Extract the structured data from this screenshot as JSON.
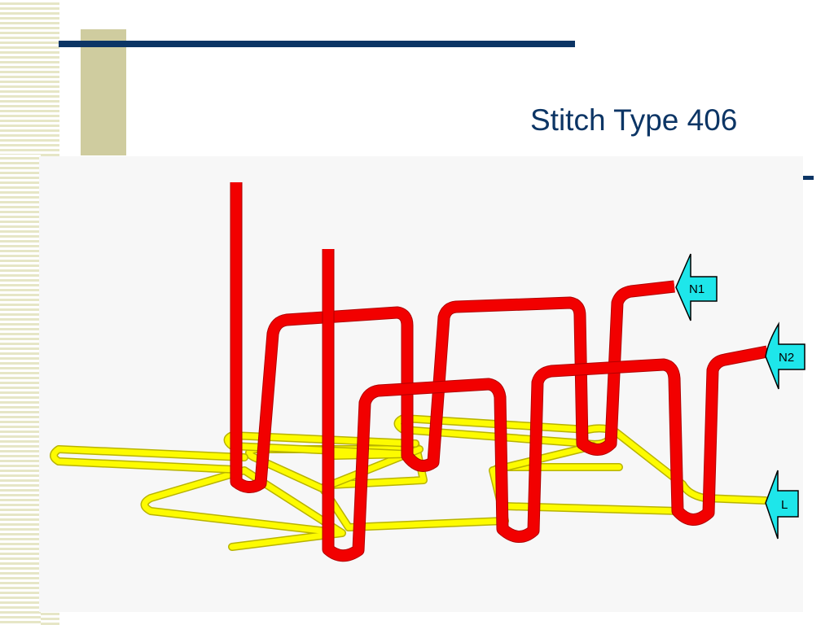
{
  "slide": {
    "title": "Stitch Type 406"
  },
  "diagram": {
    "labels": {
      "n1": "N1",
      "n2": "N2",
      "looper": "L"
    }
  },
  "colors": {
    "needle_thread": "#f20000",
    "looper_thread": "#fdfb00",
    "label_tag": "#1ee6ea",
    "title": "#0c3565",
    "accent_block": "#cfcc9f"
  }
}
